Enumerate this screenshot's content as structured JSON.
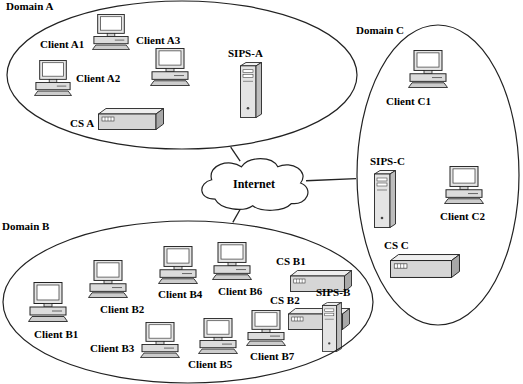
{
  "diagram": {
    "nodes": [
      {
        "text": [
          "Domain A"
        ]
      },
      {
        "text": [
          "Client A1"
        ],
        "in": 0
      },
      {
        "text": [
          "Client A2"
        ],
        "in": 0
      },
      {
        "text": [
          "Client A3"
        ],
        "in": 0
      },
      {
        "text": [
          "SIPS-A"
        ],
        "in": 0
      },
      {
        "text": [
          "CS A"
        ],
        "in": 0
      },
      {
        "text": [
          "Internet"
        ]
      },
      {
        "text": [
          "Domain C"
        ]
      },
      {
        "text": [
          "Client C1"
        ],
        "in": 7
      },
      {
        "text": [
          "SIPS-C"
        ],
        "in": 7
      },
      {
        "text": [
          "Client C2"
        ],
        "in": 7
      },
      {
        "text": [
          "CS C"
        ],
        "in": 7
      },
      {
        "text": [
          "Domain B"
        ]
      },
      {
        "text": [
          "Client B1"
        ],
        "in": 12
      },
      {
        "text": [
          "Client B2"
        ],
        "in": 12
      },
      {
        "text": [
          "Client B3"
        ],
        "in": 12
      },
      {
        "text": [
          "Client B4"
        ],
        "in": 12
      },
      {
        "text": [
          "Client B5"
        ],
        "in": 12
      },
      {
        "text": [
          "Client B6"
        ],
        "in": 12
      },
      {
        "text": [
          "Client B7"
        ],
        "in": 12
      },
      {
        "text": [
          "CS B1"
        ],
        "in": 12
      },
      {
        "text": [
          "CS B2"
        ],
        "in": 12
      },
      {
        "text": [
          "SIPS-B"
        ],
        "in": 12
      }
    ],
    "edges": [
      {
        "from": 0,
        "to": 6,
        "arrow": "none"
      },
      {
        "from": 7,
        "to": 6,
        "arrow": "none"
      },
      {
        "from": 6,
        "to": 12,
        "arrow": "none"
      }
    ]
  }
}
